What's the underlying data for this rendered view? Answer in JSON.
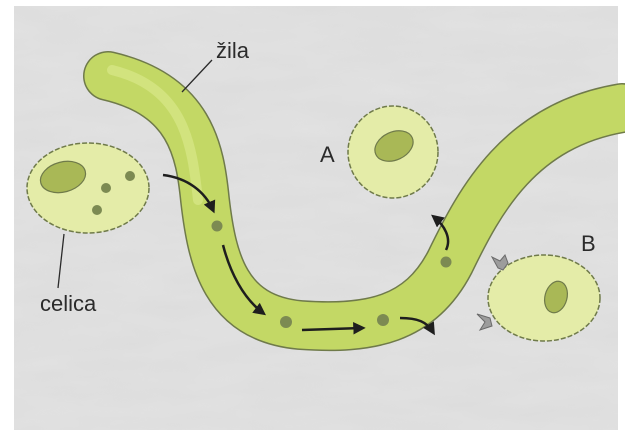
{
  "labels": {
    "vein": "žila",
    "cell": "celica",
    "cell_a": "A",
    "cell_b": "B"
  },
  "colors": {
    "vein_fill": "#c3d865",
    "vein_highlight": "#d6e685",
    "cell_fill": "#e4eca8",
    "cell_outline": "#6f7a4a",
    "nucleus": "#a9b856",
    "particle": "#7c8a52",
    "arrow": "#1e1e1e",
    "background": "#d9d9d9"
  },
  "icons": [
    "receptor-icon"
  ]
}
